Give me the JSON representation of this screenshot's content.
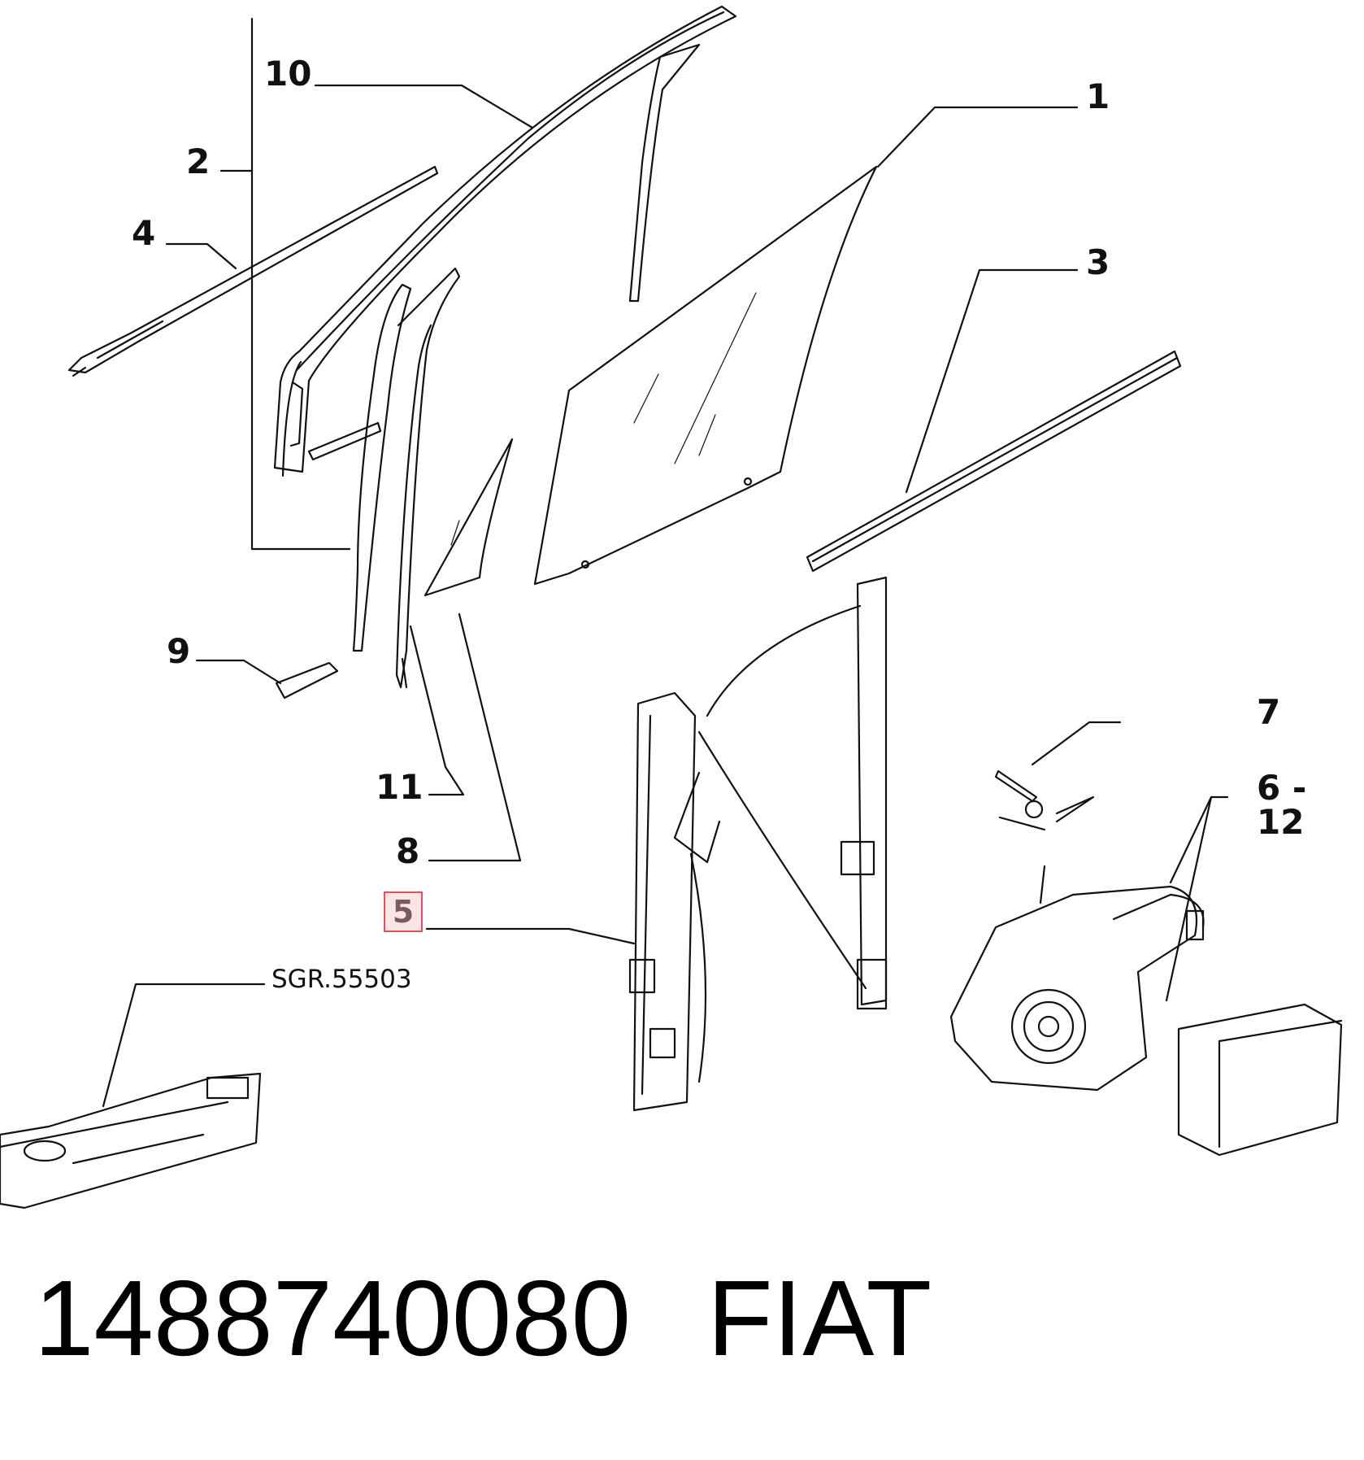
{
  "callouts": {
    "c10": "10",
    "c1": "1",
    "c2": "2",
    "c4": "4",
    "c3": "3",
    "c9": "9",
    "c7": "7",
    "c6_12": "6 - 12",
    "c11": "11",
    "c8": "8",
    "c5": "5"
  },
  "reference": "SGR.55503",
  "footer": {
    "part_number": "1488740080",
    "brand": "FIAT"
  },
  "colors": {
    "line": "#111111",
    "highlight_border": "#e0525e",
    "highlight_fill": "#fbe4e6"
  }
}
